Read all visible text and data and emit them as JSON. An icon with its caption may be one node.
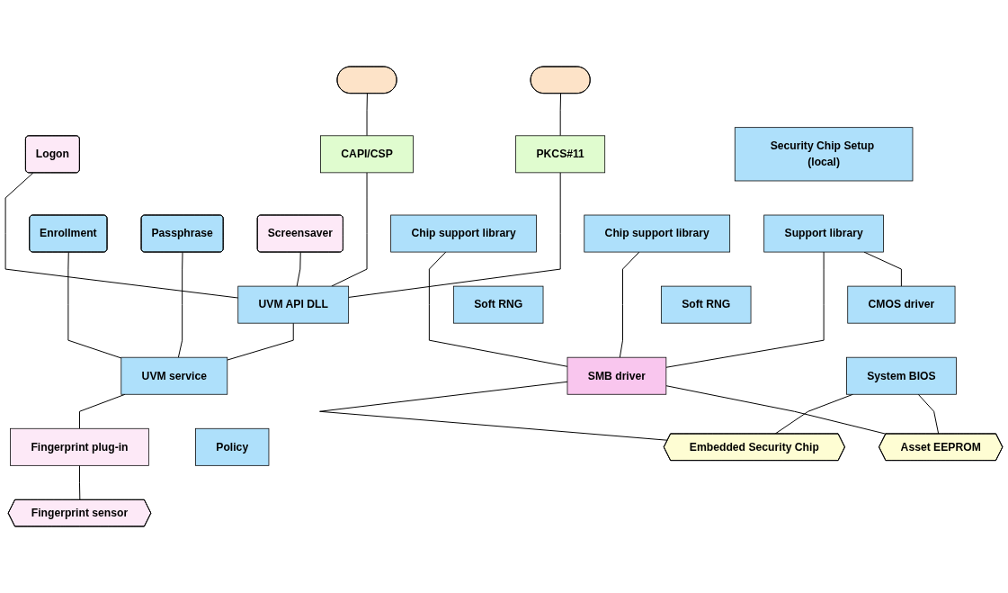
{
  "diagram": {
    "nodes": [
      {
        "text": [],
        "shape": "ellipse"
      },
      {
        "text": [],
        "shape": "ellipse"
      },
      {
        "text": [
          "Logon"
        ]
      },
      {
        "text": [
          "Screensaver"
        ]
      },
      {
        "text": [
          "Enrollment"
        ]
      },
      {
        "text": [
          "Passphrase"
        ]
      },
      {
        "text": [
          "CAPI/CSP"
        ]
      },
      {
        "text": [
          "Chip support library"
        ]
      },
      {
        "text": [
          "Soft RNG"
        ]
      },
      {
        "text": [
          "PKCS#11"
        ]
      },
      {
        "text": [
          "Chip support library"
        ]
      },
      {
        "text": [
          "Soft RNG"
        ]
      },
      {
        "text": [
          "Security Chip Setup (local)"
        ]
      },
      {
        "text": [
          "Support library"
        ]
      },
      {
        "text": [
          "UVM API DLL"
        ]
      },
      {
        "text": [
          "UVM service"
        ]
      },
      {
        "text": [
          "Policy"
        ]
      },
      {
        "text": [
          "SMB driver"
        ]
      },
      {
        "text": [
          "CMOS driver"
        ]
      },
      {
        "text": [
          "System BIOS"
        ]
      },
      {
        "text": [
          "Fingerprint plug-in"
        ]
      },
      {
        "text": [
          "Embedded Security Chip"
        ]
      },
      {
        "text": [
          "Asset EEPROM"
        ]
      },
      {
        "text": [
          "Fingerprint sensor"
        ]
      }
    ],
    "edges": [
      {
        "from": 0,
        "to": 6,
        "arrow": "none"
      },
      {
        "from": 1,
        "to": 9,
        "arrow": "none"
      },
      {
        "from": 6,
        "to": 14,
        "arrow": "none"
      },
      {
        "from": 9,
        "to": 14,
        "arrow": "none"
      },
      {
        "from": 2,
        "to": 14,
        "arrow": "none"
      },
      {
        "from": 3,
        "to": 14,
        "arrow": "none"
      },
      {
        "from": 4,
        "to": 15,
        "arrow": "none"
      },
      {
        "from": 5,
        "to": 15,
        "arrow": "none"
      },
      {
        "from": 14,
        "to": 15,
        "arrow": "none"
      },
      {
        "from": 7,
        "to": 17,
        "arrow": "none"
      },
      {
        "from": 10,
        "to": 17,
        "arrow": "none"
      },
      {
        "from": 13,
        "to": 17,
        "arrow": "none"
      },
      {
        "from": 13,
        "to": 18,
        "arrow": "none"
      },
      {
        "from": 15,
        "to": 20,
        "arrow": "none"
      },
      {
        "from": 20,
        "to": 23,
        "arrow": "none"
      },
      {
        "from": 17,
        "to": 21,
        "arrow": "none"
      },
      {
        "from": 17,
        "to": 22,
        "arrow": "none"
      },
      {
        "from": 19,
        "to": 21,
        "arrow": "none"
      },
      {
        "from": 19,
        "to": 22,
        "arrow": "none"
      }
    ]
  }
}
